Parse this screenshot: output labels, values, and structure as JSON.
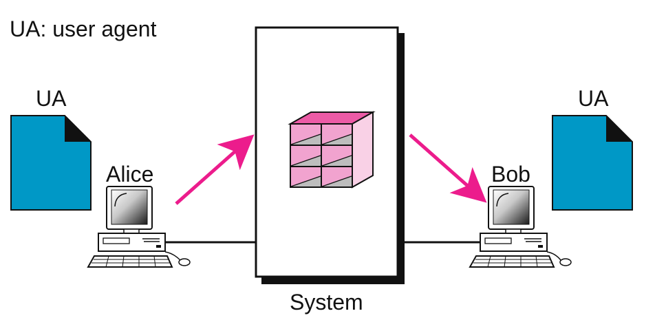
{
  "legend": "UA: user agent",
  "left": {
    "ua_label": "UA",
    "user_name": "Alice"
  },
  "right": {
    "ua_label": "UA",
    "user_name": "Bob"
  },
  "system_label": "System",
  "colors": {
    "ua_document": "#0098c6",
    "arrow": "#ec1c8c",
    "mailbox_front": "#f1a3cf",
    "mailbox_top": "#ec5ba6",
    "mailbox_side": "#f9d1e6",
    "mailbox_slot_shadow": "#bdbdbd"
  },
  "icons": {
    "ua_document": "document-icon",
    "computer": "desktop-computer-icon",
    "mailboxes": "mailbox-cabinet-icon"
  }
}
